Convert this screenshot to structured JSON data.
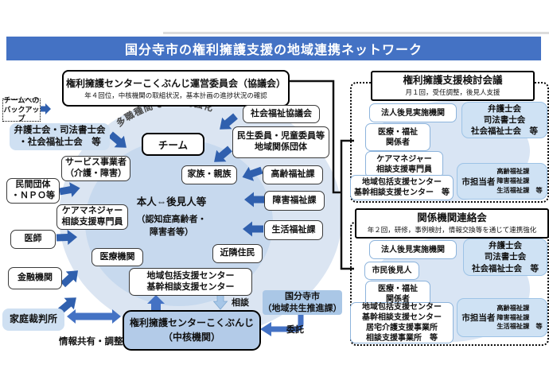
{
  "page": {
    "title": "国分寺市の権利擁護支援の地域連携ネットワーク"
  },
  "colors": {
    "banner_blue": "#4472c4",
    "arrow_dark_blue": "#3060ae",
    "arrow_medium_blue": "#4472c4",
    "arrow_light_blue": "#a6c6e7",
    "ellipse_outer": "#dbe5f2",
    "ellipse_inner": "#c7d9ee",
    "light_blue_box": "#cfe0f2",
    "city_box_blue": "#aac7e6",
    "core_center_box": "#b3cbe8"
  },
  "main": {
    "council": {
      "title": "権利擁護センターこくぶんじ運営委員会（協議会）",
      "subtitle": "年４回位，中核機関の取組状況，基本計画の進捗状況の確認"
    },
    "backup": {
      "label": "チームへの\nバックアップ"
    },
    "arc_text": "多職種間での連携強化",
    "boxes": {
      "bar_assoc": "弁護士会・司法書士会\n・社会福祉士会　等",
      "service_provider": "サービス事業者\n（介護・障害）",
      "npo": "民間団体\n・ＮＰＯ等",
      "care_manager": "ケアマネジャー\n相談支援専門員",
      "doctor": "医師",
      "medical": "医療機関",
      "financial": "金融機関",
      "family_court": "家庭裁判所",
      "social_welfare_council": "社会福祉協議会",
      "welfare_commissioners": "民生委員・児童委員等\n地域関係団体",
      "team": "チーム",
      "family": "家族・親族",
      "elderly_dept": "高齢福祉課",
      "disability_dept": "障害福祉課",
      "life_dept": "生活福祉課",
      "neighbors": "近隣住民",
      "center_person": "本人⇔後見人等",
      "center_person_sub": "（認知症高齢者・\n障害者等）",
      "houkatsu": "地域包括支援センター\n基幹相談支援センター",
      "kenri_center": "権利擁護センターこくぶんじ\n（中核機関）",
      "city": "国分寺市\n（地域共生推進課）"
    },
    "labels": {
      "soudan": "相談",
      "itaku": "委託",
      "info_share": "情報共有・調整"
    }
  },
  "panel1": {
    "title": "権利擁護支援検討会議",
    "subtitle": "月１回，受任調整，後見人支援",
    "boxes": {
      "houjin": "法人後見実施機関",
      "medical_welfare": "医療・福祉\n関係者",
      "care_manager": "ケアマネジャー\n相談支援専門員",
      "houkatsu": "地域包括支援センター\n基幹相談支援センター　等",
      "bar": "弁護士会\n司法書士会\n社会福祉士会　等",
      "city_staff": "市担当者",
      "city_staff_depts": "高齢福祉課\n障害福祉課\n生活福祉課　等"
    }
  },
  "panel2": {
    "title": "関係機関連絡会",
    "subtitle": "年２回，研修，事例検討，情報交換等を通じて連携強化",
    "boxes": {
      "houjin": "法人後見実施機関",
      "citizen_guardian": "市民後見人",
      "medical_welfare": "医療・福祉\n関係者",
      "houkatsu": "地域包括支援センター\n基幹相談支援センター\n居宅介護支援事業所\n相談支援事業所　等",
      "bar": "弁護士会\n司法書士会\n社会福祉士会　等",
      "city_staff": "市担当者",
      "city_staff_depts": "高齢福祉課\n障害福祉課\n生活福祉課　等"
    }
  }
}
